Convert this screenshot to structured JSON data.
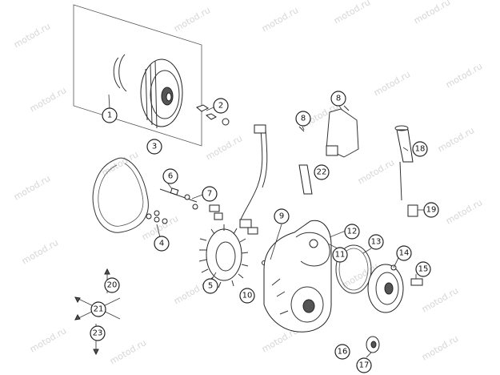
{
  "diagram": {
    "watermark_text": "motod.ru",
    "callouts": [
      {
        "id": "callout-1",
        "label": "1"
      },
      {
        "id": "callout-2",
        "label": "2"
      },
      {
        "id": "callout-3",
        "label": "3"
      },
      {
        "id": "callout-4",
        "label": "4"
      },
      {
        "id": "callout-5",
        "label": "5"
      },
      {
        "id": "callout-6",
        "label": "6"
      },
      {
        "id": "callout-7",
        "label": "7"
      },
      {
        "id": "callout-8a",
        "label": "8"
      },
      {
        "id": "callout-8b",
        "label": "8"
      },
      {
        "id": "callout-9",
        "label": "9"
      },
      {
        "id": "callout-10",
        "label": "10"
      },
      {
        "id": "callout-11",
        "label": "11"
      },
      {
        "id": "callout-12",
        "label": "12"
      },
      {
        "id": "callout-13",
        "label": "13"
      },
      {
        "id": "callout-14",
        "label": "14"
      },
      {
        "id": "callout-15",
        "label": "15"
      },
      {
        "id": "callout-16",
        "label": "16"
      },
      {
        "id": "callout-17",
        "label": "17"
      },
      {
        "id": "callout-18",
        "label": "18"
      },
      {
        "id": "callout-19",
        "label": "19"
      },
      {
        "id": "callout-20",
        "label": "20"
      },
      {
        "id": "callout-21",
        "label": "21"
      },
      {
        "id": "callout-22",
        "label": "22"
      },
      {
        "id": "callout-23",
        "label": "23"
      }
    ]
  }
}
